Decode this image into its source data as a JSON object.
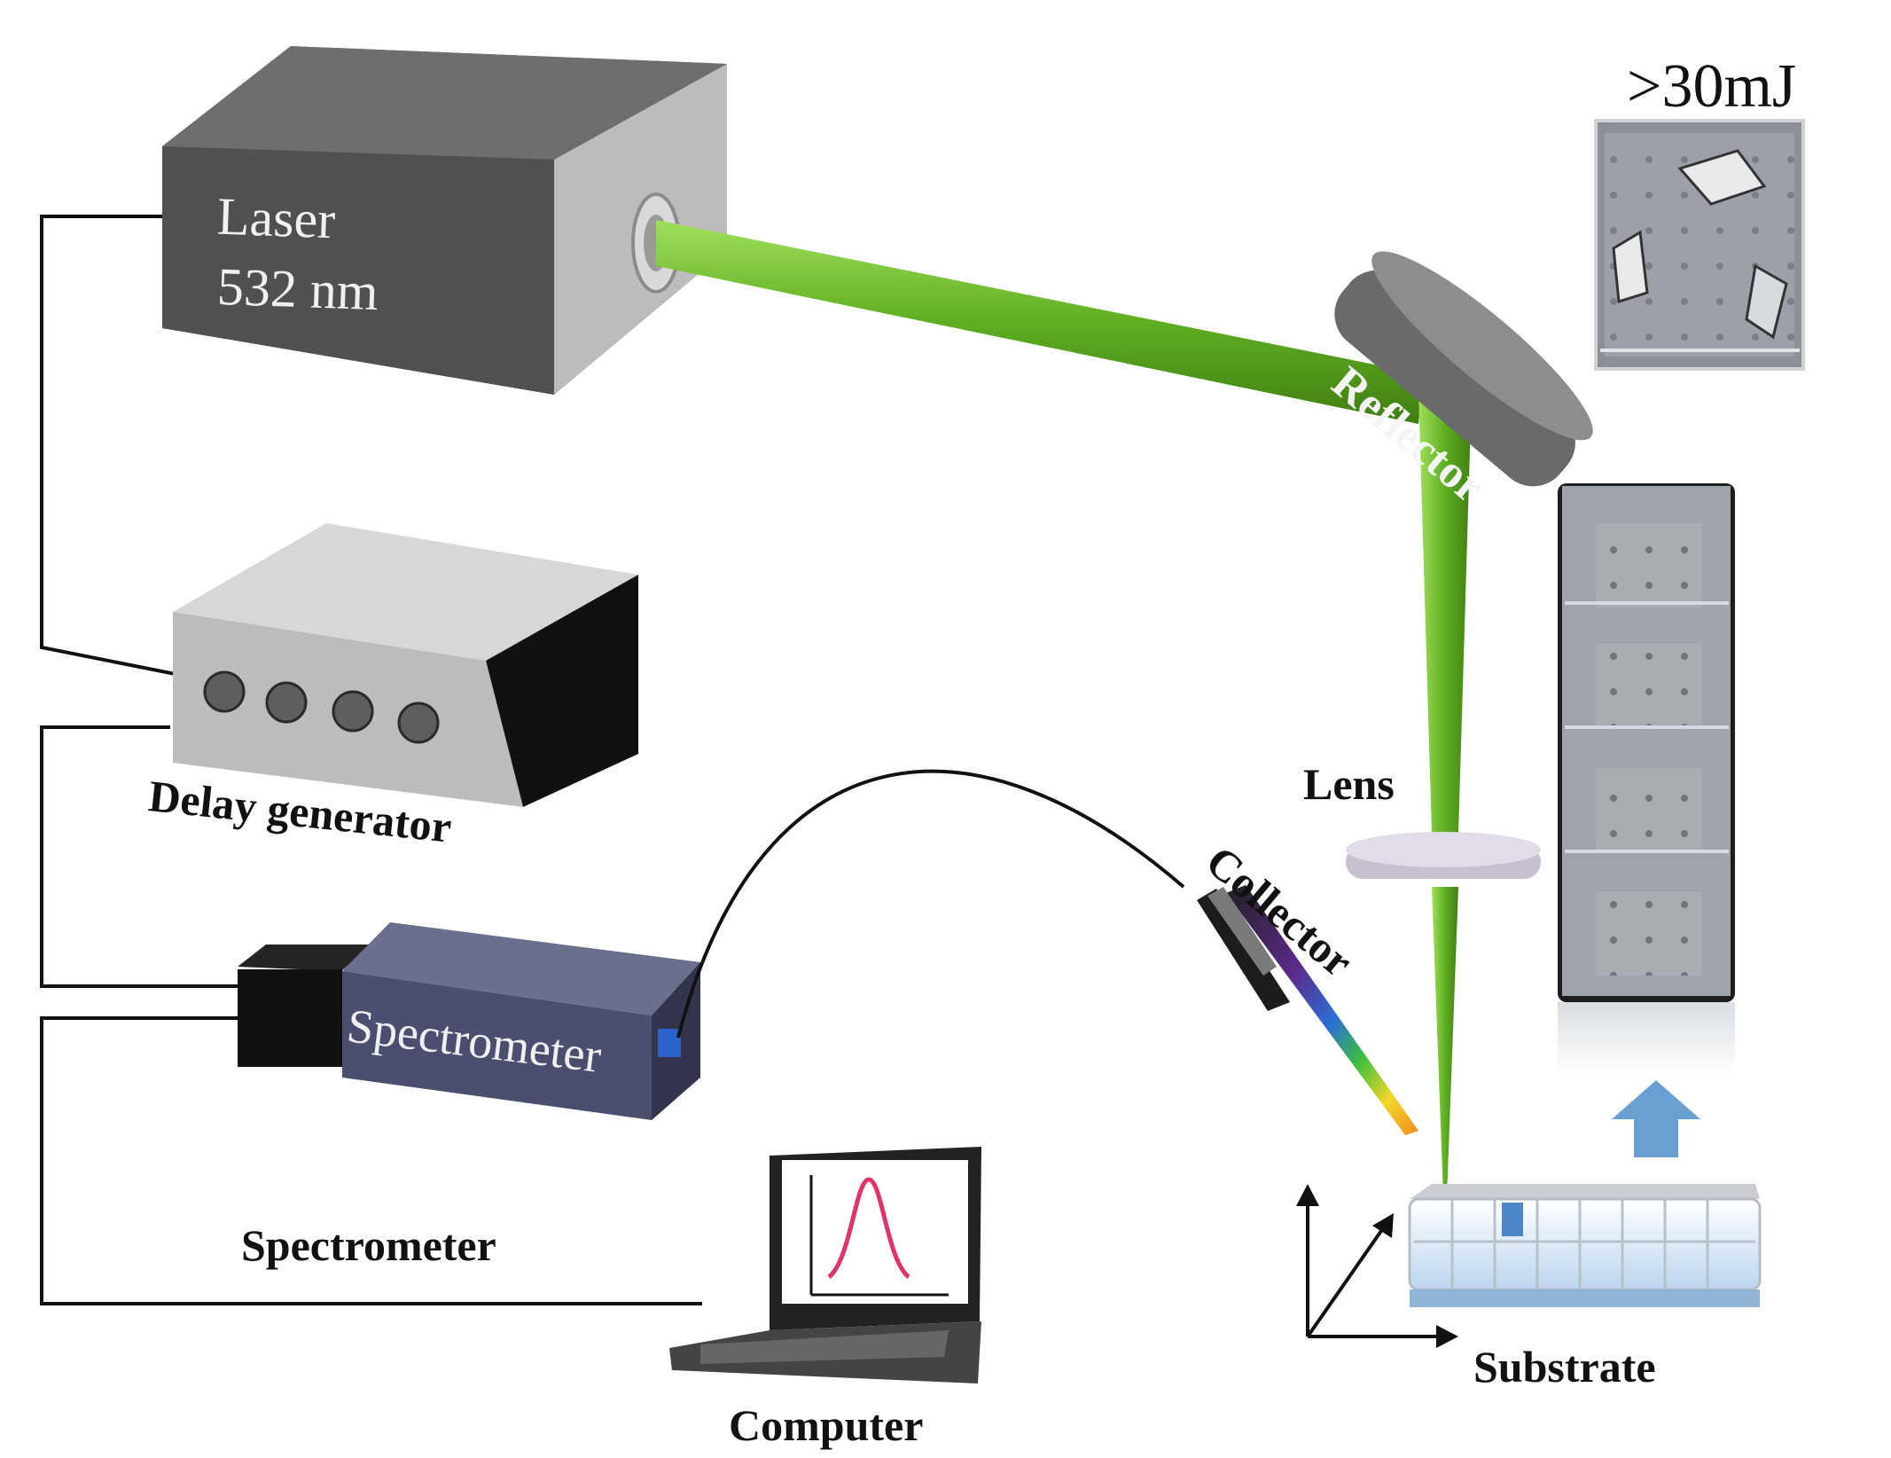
{
  "labels": {
    "laser_line1": "Laser",
    "laser_line2": "532 nm",
    "reflector": "Reflector",
    "energy": ">30mJ",
    "delay_generator": "Delay generator",
    "lens": "Lens",
    "collector": "Collector",
    "spectrometer_box": "Spectrometer",
    "spectrometer_caption": "Spectrometer",
    "computer": "Computer",
    "substrate": "Substrate"
  },
  "colors": {
    "laser_beam": "#6fbf2a",
    "laser_body": "#555555",
    "delay_body": "#bdbdbd",
    "spectrometer_body": "#4b4e6e",
    "arrow_up": "#6a9fd1",
    "curve": "#e0336a"
  }
}
